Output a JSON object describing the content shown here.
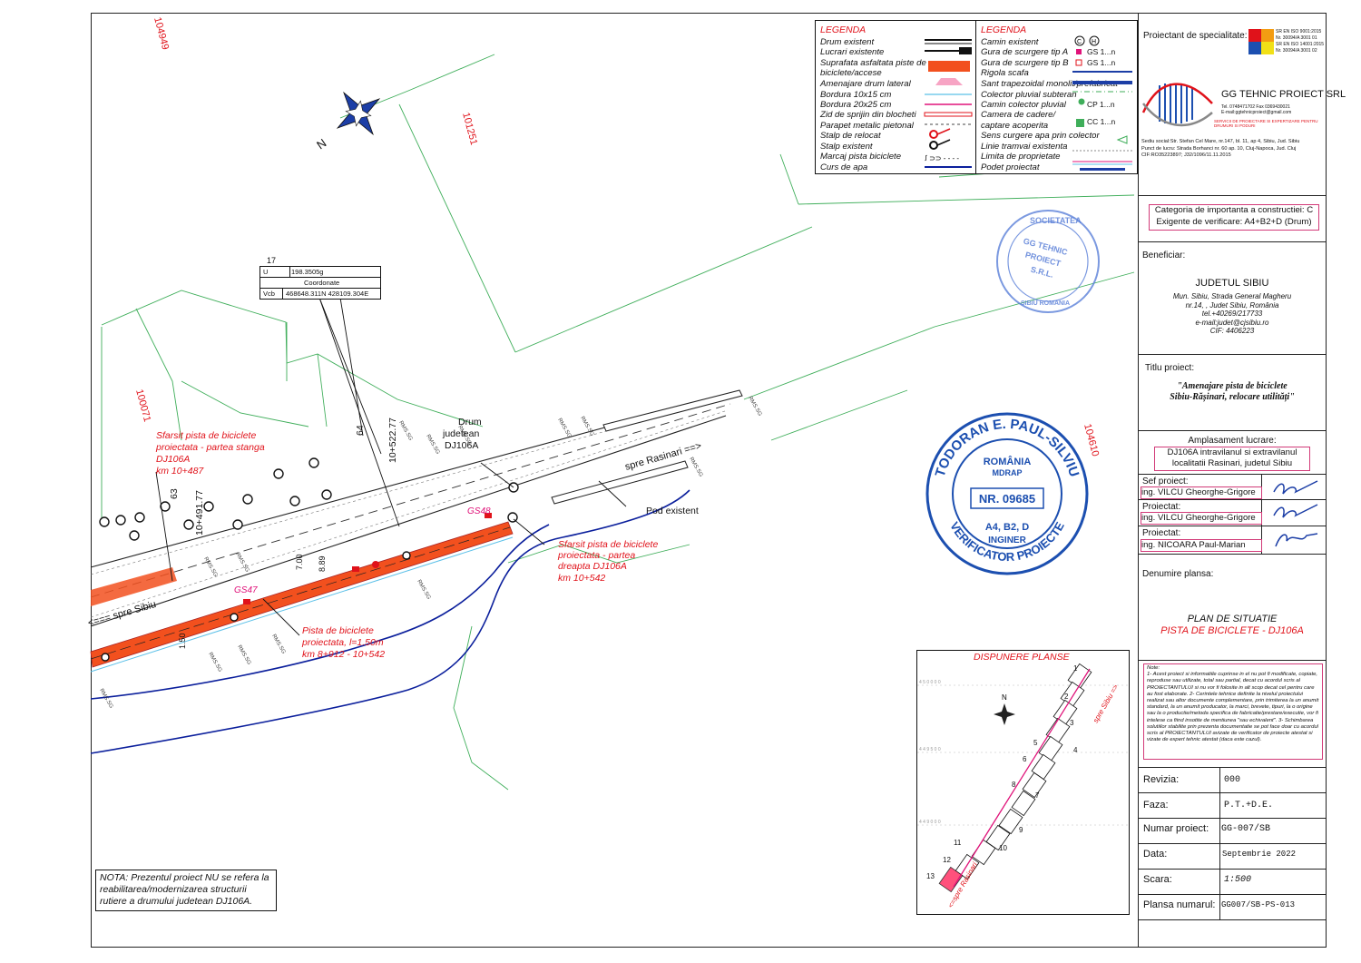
{
  "sheet": {
    "corner_label": "17",
    "coords": {
      "u_label": "U",
      "u_value": "198.3505g",
      "header": "Coordonate",
      "vcb_label": "Vcb",
      "vcb_value": "468648.311N  428109.304E"
    },
    "parcels": [
      "104949",
      "101251",
      "100071",
      "104610"
    ],
    "note": "NOTA: Prezentul proiect NU se refera la reabilitarea/modernizarea structurii rutiere a drumului judetean DJ106A.",
    "annotations": {
      "end_left": [
        "Sfarsit pista de biciclete",
        "proiectata - partea stanga",
        "DJ106A",
        "km 10+487"
      ],
      "end_right": [
        "Sfarsit pista de biciclete",
        "proiectata - partea",
        "dreapta DJ106A",
        "km 10+542"
      ],
      "bike_lane": [
        "Pista de biciclete",
        "proiectata, l=1.50m",
        "km 8+912 - 10+542"
      ],
      "road": [
        "Drum",
        "judetean",
        "DJ106A"
      ],
      "bridge": "Pod existent",
      "to_rasinari": "spre Rasinari ==>",
      "to_sibiu": "<=== spre Sibiu",
      "gs47": "GS47",
      "gs48": "GS48",
      "chain_a": "10+491.77",
      "chain_b": "10+522.77",
      "n63": "63",
      "n64": "64",
      "dim_a": "1.50",
      "dim_b": "7.00",
      "dim_c": "8.89"
    }
  },
  "legend_left": {
    "title": "LEGENDA",
    "items": [
      "Drum existent",
      "Lucrari existente",
      "Suprafata asfaltata piste de",
      "biciclete/accese",
      "Amenajare drum lateral",
      "Bordura 10x15 cm",
      "Bordura 20x25 cm",
      "Zid de sprijin din blocheti",
      "Parapet metalic pietonal",
      "Stalp de relocat",
      "Stalp existent",
      "Marcaj pista biciclete",
      "Curs de apa"
    ]
  },
  "legend_right": {
    "title": "LEGENDA",
    "items": [
      "Camin existent",
      "Gura de scurgere tip A",
      "Gura de scurgere tip B",
      "Rigola scafa",
      "Sant trapezoidal monolit/prefabricat",
      "Colector pluvial subteran",
      "Camin colector pluvial",
      "Camera de cadere/",
      "captare acoperita",
      "Sens curgere apa prin colector",
      "Linie tramvai existenta",
      "Limita de proprietate",
      "Podet proiectat"
    ],
    "codes": {
      "gs_a": "GS 1...n",
      "gs_b": "GS 1...n",
      "cp": "CP 1...n",
      "cc": "CC 1...n"
    }
  },
  "title_block": {
    "designer_label": "Proiectant de specialitate:",
    "company": "GG TEHNIC PROIECT SRL",
    "company_addr": [
      "Sediu social:Str. Stefan Cel Mare, nr.147, bl. 11, ap 4, Sibiu, Jud. Sibiu",
      "Punct de lucru:  Strada Borhanci nr. 60 ap. 10, Cluj-Napoca, Jud. Cluj",
      "CIF:RO35223897; J32/1096/11.11.2015"
    ],
    "company_tel": "Tel. 0748471702  Fax  0369430021",
    "company_mail": "E-mail:ggtehnicproiect@gmail.com",
    "company_services": "SERVICII DE PROIECTARE SI EXPERTIZARE PENTRU DRUMURI SI PODURI",
    "iso": [
      "SR EN ISO 9001:2015",
      "Nr. 30094/A 3001 01",
      "SR EN ISO 14001:2015",
      "Nr. 30094/A 3001 02"
    ],
    "category_line1": "Categoria de importanta a constructiei: C",
    "category_line2": "Exigente de verificare: A4+B2+D (Drum)",
    "beneficiary_label": "Beneficiar:",
    "beneficiary_name": "JUDETUL SIBIU",
    "beneficiary_info": [
      "Mun.  Sibiu, Strada General Magheru",
      "nr.14, , Judet Sibiu, România",
      "tel.+40269/217733",
      "e-mail:judet@cjsibiu.ro",
      "CIF:   4406223"
    ],
    "project_title_label": "Titlu proiect:",
    "project_title": [
      "\"Amenajare pista de biciclete",
      "Sibiu-Rășinari, relocare utilități\""
    ],
    "location_label": "Amplasament lucrare:",
    "location": [
      "DJ106A intravilanul si extravilanul",
      "localitatii Rasinari, judetul Sibiu"
    ],
    "roles": [
      {
        "label": "Sef proiect:",
        "name": "ing. VILCU  Gheorghe-Grigore"
      },
      {
        "label": "Proiectat:",
        "name": "ing. VILCU  Gheorghe-Grigore"
      },
      {
        "label": "Proiectat:",
        "name": "ing. NICOARA Paul-Marian"
      }
    ],
    "drawing_name_label": "Denumire plansa:",
    "drawing_name": [
      "PLAN DE SITUATIE",
      "PISTA DE BICICLETE - DJ106A"
    ],
    "notes_title": "Note:",
    "notes": "1- Acest proiect si informatiile cuprinse in el nu pot fi modificate, copiate, reproduse sau utilizate, total sau partial, decat cu acordul scris al PROIECTANTULUI si nu vor fi folosite in alt scop decat cel pentru care au fost elaborate. 2- Cerintele tehnice definite la nivelul proiectului realizat sau altor documente complementare, prin trimiterea la un anumit standard, la un anumit producator, la marci, brevete, tipuri, la o origine sau la o productie/metoda specifica de fabricatie/prestare/executie, vor fi intelese ca fiind insotite de mentiunea \"sau echivalent\". 3- Schimbarea solutiilor stabilite prin prezenta documentatie se pot face doar cu acordul scris al PROIECTANTULUI avizate de verificator de proiecte atestat si vizate de expert tehnic atestat (daca este cazul).",
    "fields": [
      {
        "label": "Revizia:",
        "value": "000"
      },
      {
        "label": "Faza:",
        "value": "P.T.+D.E."
      },
      {
        "label": "Numar proiect:",
        "value": "GG-007/SB"
      },
      {
        "label": "Data:",
        "value": "Septembrie 2022"
      },
      {
        "label": "Scara:",
        "value": "1:500"
      },
      {
        "label": "Plansa numarul:",
        "value": "GG007/SB-PS-013"
      }
    ]
  },
  "stamp_company": {
    "top": "SOCIETATEA",
    "middle": "GG TEHNIC",
    "middle2": "PROIECT",
    "bottom": "S.R.L.",
    "code": "SIBIU ROMANIA"
  },
  "stamp_verifier": {
    "ring_top": "TODORAN E. PAUL-SILVIU",
    "ring_bottom": "VERIFICATOR PROIECTE",
    "country": "ROMÂNIA",
    "ministry": "MDRAP",
    "number": "NR. 09685",
    "classes": "A4, B2, D",
    "role": "INGINER"
  },
  "minimap": {
    "title": "DISPUNERE PLANSE",
    "sheet_numbers": [
      "1",
      "2",
      "3",
      "4",
      "5",
      "6",
      "7",
      "8",
      "9",
      "10",
      "11",
      "12",
      "13"
    ],
    "to_sibiu": "spre Sibiu =>",
    "to_rasinari": "<=spre Rasinari",
    "grid_y": [
      "4 5 0 0 0 0",
      "4 4 9 5 0 0",
      "4 4 9 0 0 0"
    ]
  },
  "colors": {
    "lane": "#f2501e",
    "red_text": "#e0121a",
    "magenta": "#e0137a",
    "blue_stamp": "#1c4fb0",
    "water": "#0b1f9c",
    "green": "#3fae5a",
    "cyan": "#5bc0e8"
  }
}
